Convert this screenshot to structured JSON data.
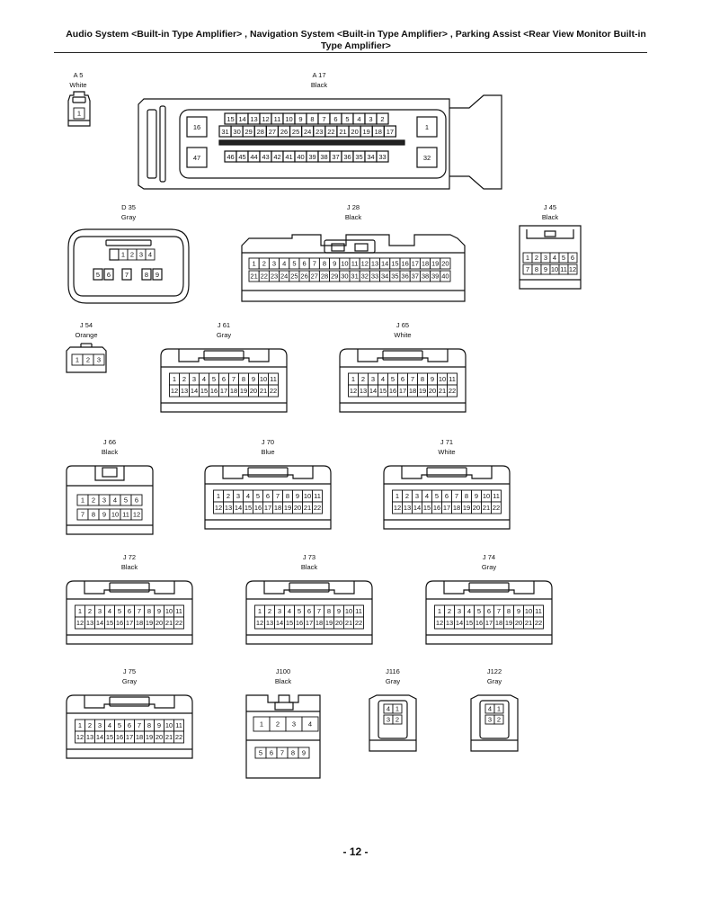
{
  "header": {
    "title": "Audio System <Built-in Type Amplifier> , Navigation System <Built-in Type Amplifier> , Parking Assist <Rear View Monitor Built-in Type Amplifier>"
  },
  "footer": {
    "page": "- 12 -"
  },
  "connectors": [
    {
      "id": "A 5",
      "color": "White",
      "kind": "a5",
      "pins": [
        [
          "1"
        ]
      ]
    },
    {
      "id": "A 17",
      "color": "Black",
      "kind": "a17",
      "pins": [
        [
          "16",
          "15",
          "14",
          "13",
          "12",
          "11",
          "10",
          "9",
          "8",
          "7",
          "6",
          "5",
          "4",
          "3",
          "2",
          "1"
        ],
        [
          "31",
          "30",
          "29",
          "28",
          "27",
          "26",
          "25",
          "24",
          "23",
          "22",
          "21",
          "20",
          "19",
          "18",
          "17"
        ],
        [
          "47",
          "46",
          "45",
          "44",
          "43",
          "42",
          "41",
          "40",
          "39",
          "38",
          "37",
          "36",
          "35",
          "34",
          "33",
          "32"
        ]
      ]
    },
    {
      "id": "D 35",
      "color": "Gray",
      "kind": "d35",
      "pins": [
        [
          "1",
          "2",
          "3",
          "4"
        ],
        [
          "5",
          "6",
          "7",
          "8",
          "9"
        ]
      ]
    },
    {
      "id": "J 28",
      "color": "Black",
      "kind": "j28",
      "pins": [
        [
          "1",
          "2",
          "3",
          "4",
          "5",
          "6",
          "7",
          "8",
          "9",
          "10",
          "11",
          "12",
          "13",
          "14",
          "15",
          "16",
          "17",
          "18",
          "19",
          "20"
        ],
        [
          "21",
          "22",
          "23",
          "24",
          "25",
          "26",
          "27",
          "28",
          "29",
          "30",
          "31",
          "32",
          "33",
          "34",
          "35",
          "36",
          "37",
          "38",
          "39",
          "40"
        ]
      ]
    },
    {
      "id": "J 45",
      "color": "Black",
      "kind": "j45",
      "pins": [
        [
          "1",
          "2",
          "3",
          "4",
          "5",
          "6"
        ],
        [
          "7",
          "8",
          "9",
          "10",
          "11",
          "12"
        ]
      ]
    },
    {
      "id": "J 54",
      "color": "Orange",
      "kind": "j54",
      "pins": [
        [
          "1",
          "2",
          "3"
        ]
      ]
    },
    {
      "id": "J 61",
      "color": "Gray",
      "kind": "std22",
      "pins": [
        [
          "1",
          "2",
          "3",
          "4",
          "5",
          "6",
          "7",
          "8",
          "9",
          "10",
          "11"
        ],
        [
          "12",
          "13",
          "14",
          "15",
          "16",
          "17",
          "18",
          "19",
          "20",
          "21",
          "22"
        ]
      ]
    },
    {
      "id": "J 65",
      "color": "White",
      "kind": "std22",
      "pins": [
        [
          "1",
          "2",
          "3",
          "4",
          "5",
          "6",
          "7",
          "8",
          "9",
          "10",
          "11"
        ],
        [
          "12",
          "13",
          "14",
          "15",
          "16",
          "17",
          "18",
          "19",
          "20",
          "21",
          "22"
        ]
      ]
    },
    {
      "id": "J 66",
      "color": "Black",
      "kind": "j66",
      "pins": [
        [
          "1",
          "2",
          "3",
          "4",
          "5",
          "6"
        ],
        [
          "7",
          "8",
          "9",
          "10",
          "11",
          "12"
        ]
      ]
    },
    {
      "id": "J 70",
      "color": "Blue",
      "kind": "std22",
      "pins": [
        [
          "1",
          "2",
          "3",
          "4",
          "5",
          "6",
          "7",
          "8",
          "9",
          "10",
          "11"
        ],
        [
          "12",
          "13",
          "14",
          "15",
          "16",
          "17",
          "18",
          "19",
          "20",
          "21",
          "22"
        ]
      ]
    },
    {
      "id": "J 71",
      "color": "White",
      "kind": "std22",
      "pins": [
        [
          "1",
          "2",
          "3",
          "4",
          "5",
          "6",
          "7",
          "8",
          "9",
          "10",
          "11"
        ],
        [
          "12",
          "13",
          "14",
          "15",
          "16",
          "17",
          "18",
          "19",
          "20",
          "21",
          "22"
        ]
      ]
    },
    {
      "id": "J 72",
      "color": "Black",
      "kind": "std22",
      "pins": [
        [
          "1",
          "2",
          "3",
          "4",
          "5",
          "6",
          "7",
          "8",
          "9",
          "10",
          "11"
        ],
        [
          "12",
          "13",
          "14",
          "15",
          "16",
          "17",
          "18",
          "19",
          "20",
          "21",
          "22"
        ]
      ]
    },
    {
      "id": "J 73",
      "color": "Black",
      "kind": "std22",
      "pins": [
        [
          "1",
          "2",
          "3",
          "4",
          "5",
          "6",
          "7",
          "8",
          "9",
          "10",
          "11"
        ],
        [
          "12",
          "13",
          "14",
          "15",
          "16",
          "17",
          "18",
          "19",
          "20",
          "21",
          "22"
        ]
      ]
    },
    {
      "id": "J 74",
      "color": "Gray",
      "kind": "std22",
      "pins": [
        [
          "1",
          "2",
          "3",
          "4",
          "5",
          "6",
          "7",
          "8",
          "9",
          "10",
          "11"
        ],
        [
          "12",
          "13",
          "14",
          "15",
          "16",
          "17",
          "18",
          "19",
          "20",
          "21",
          "22"
        ]
      ]
    },
    {
      "id": "J 75",
      "color": "Gray",
      "kind": "std22",
      "pins": [
        [
          "1",
          "2",
          "3",
          "4",
          "5",
          "6",
          "7",
          "8",
          "9",
          "10",
          "11"
        ],
        [
          "12",
          "13",
          "14",
          "15",
          "16",
          "17",
          "18",
          "19",
          "20",
          "21",
          "22"
        ]
      ]
    },
    {
      "id": "J100",
      "color": "Black",
      "kind": "j100",
      "pins": [
        [
          "1",
          "2",
          "3",
          "4"
        ],
        [
          "5",
          "6",
          "7",
          "8",
          "9"
        ]
      ]
    },
    {
      "id": "J116",
      "color": "Gray",
      "kind": "quad",
      "pins": [
        [
          "4",
          "1"
        ],
        [
          "3",
          "2"
        ]
      ]
    },
    {
      "id": "J122",
      "color": "Gray",
      "kind": "quad",
      "pins": [
        [
          "4",
          "1"
        ],
        [
          "3",
          "2"
        ]
      ]
    }
  ]
}
